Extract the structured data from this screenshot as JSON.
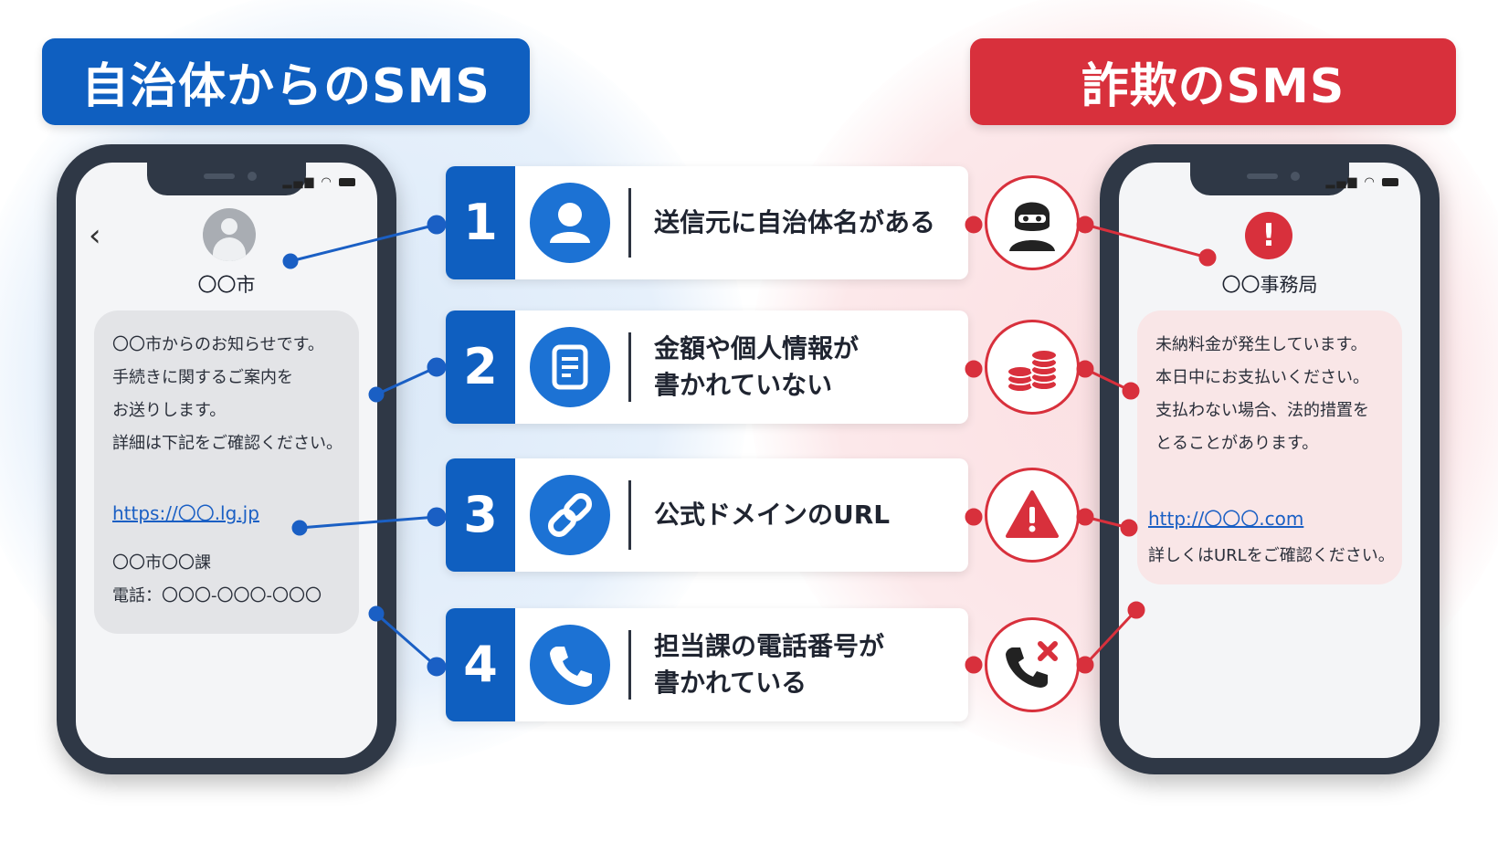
{
  "left": {
    "title": "自治体からのSMS",
    "sender": "〇〇市",
    "message_lines": [
      "〇〇市からのお知らせです。",
      "手続きに関するご案内を",
      "お送りします。",
      "詳細は下記をご確認ください。"
    ],
    "link": "https://〇〇.lg.jp",
    "department": "〇〇市〇〇課",
    "phone": "電話：〇〇〇-〇〇〇-〇〇〇"
  },
  "right": {
    "title": "詐欺のSMS",
    "sender": "〇〇事務局",
    "alert_symbol": "!",
    "message_lines": [
      "未納料金が発生しています。",
      "本日中にお支払いください。",
      "支払わない場合、法的措置を",
      "とることがあります。"
    ],
    "link": "http://〇〇〇.com",
    "note": "詳しくはURLをご確認ください。"
  },
  "points": [
    {
      "number": "1",
      "lines": [
        "送信元に自治体名がある"
      ],
      "icon": "person-icon",
      "warning_icon": "masked-thief-icon"
    },
    {
      "number": "2",
      "lines": [
        "金額や個人情報が",
        "書かれていない"
      ],
      "icon": "document-icon",
      "warning_icon": "coin-stack-icon"
    },
    {
      "number": "3",
      "lines": [
        "公式ドメインのURL"
      ],
      "icon": "link-icon",
      "warning_icon": "warning-triangle-icon"
    },
    {
      "number": "4",
      "lines": [
        "担当課の電話番号が",
        "書かれている"
      ],
      "icon": "phone-icon",
      "warning_icon": "phone-cross-icon"
    }
  ],
  "colors": {
    "official_blue": "#0f5fc0",
    "icon_blue": "#1c72d4",
    "fraud_red": "#d8303c",
    "phone_frame": "#2f3846"
  }
}
